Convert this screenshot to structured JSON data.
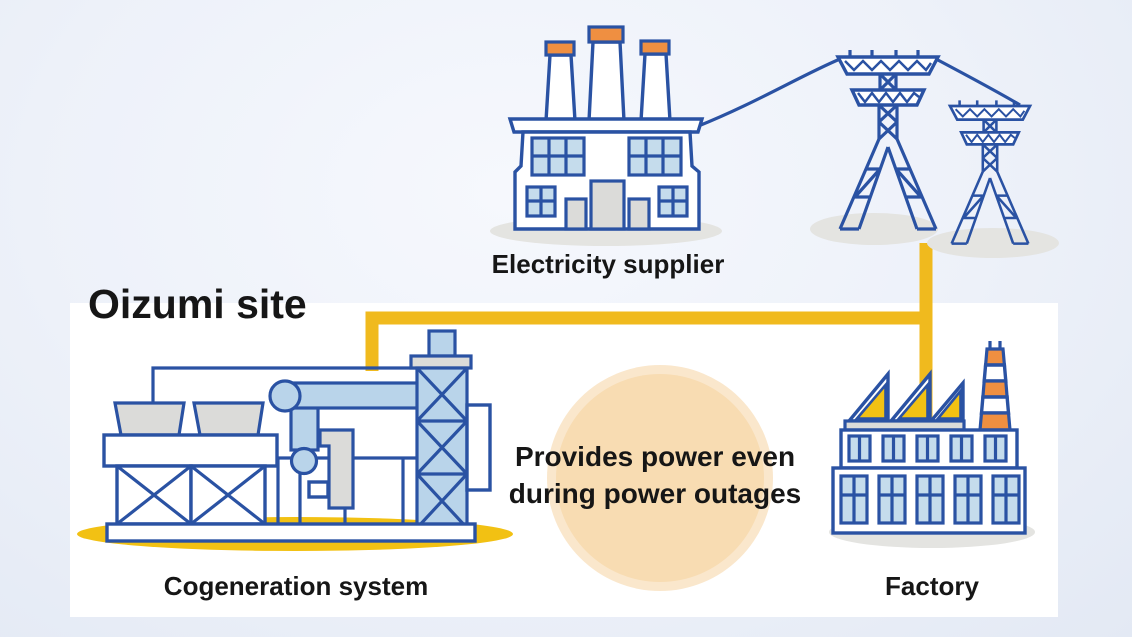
{
  "title": "Oizumi site",
  "labels": {
    "electricity_supplier": "Electricity supplier",
    "cogeneration_system": "Cogeneration system",
    "factory": "Factory"
  },
  "callout": {
    "line1": "Provides power even",
    "line2": "during power outages"
  },
  "colors": {
    "outline_blue": "#2a52a3",
    "light_blue": "#c5dcec",
    "pipe_blue": "#b9d4ea",
    "wire_yellow": "#f0ba1e",
    "ellipse_yellow": "#f2c113",
    "orange": "#ef8f41",
    "gray_fill": "#dbdbd9",
    "shadow_gray": "#e4e4e1",
    "peach": "#f8dcb2",
    "panel_white": "#ffffff",
    "text_black": "#161616"
  }
}
